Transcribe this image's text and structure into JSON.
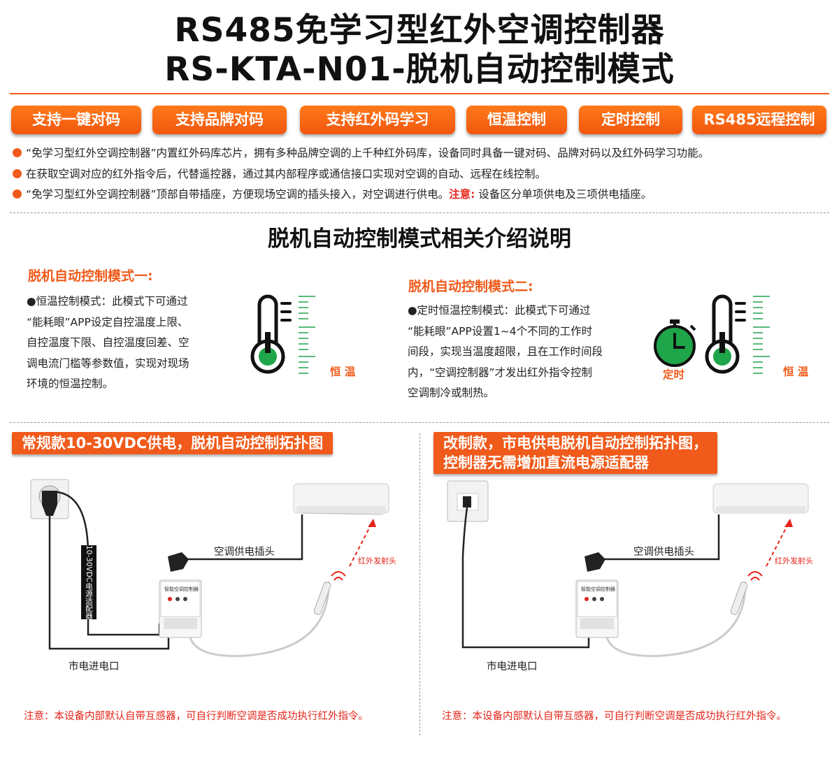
{
  "header": {
    "title_line1": "RS485免学习型红外空调控制器",
    "title_line2": "RS-KTA-N01-脱机自动控制模式"
  },
  "features": [
    "支持一键对码",
    "支持品牌对码",
    "支持红外码学习",
    "恒温控制",
    "定时控制",
    "RS485远程控制"
  ],
  "intro": {
    "line1": "“免学习型红外空调控制器”内置红外码库芯片，拥有多种品牌空调的上千种红外码库，设备同时具备一键对码、品牌对码以及红外码学习功能。",
    "line2": "在获取空调对应的红外指令后，代替遥控器，通过其内部程序或通信接口实现对空调的自动、远程在线控制。",
    "line3_main": "“免学习型红外空调控制器”顶部自带插座，方便现场空调的插头接入，对空调进行供电。",
    "line3_note_label": "注意:",
    "line3_note": " 设备区分单项供电及三项供电插座。"
  },
  "section_title": "脱机自动控制模式相关介绍说明",
  "mode1": {
    "heading": "脱机自动控制模式一:",
    "lines": [
      "●恒温控制模式：此模式下可通过",
      "“能耗眼”APP设定自控温度上限、",
      "自控温度下限、自控温度回差、空",
      "调电流门槛等参数值，实现对现场",
      "环境的恒温控制。"
    ],
    "icon_label": "恒 温"
  },
  "mode2": {
    "heading": "脱机自动控制模式二:",
    "lines": [
      "●定时恒温控制模式：此模式下可通过",
      "“能耗眼”APP设置1~4个不同的工作时",
      "间段，实现当温度超限，且在工作时间段",
      "内，“空调控制器”才发出红外指令控制",
      "空调制冷或制热。"
    ],
    "timer_label": "定时",
    "icon_label": "恒 温"
  },
  "topo_left": {
    "banner": "常规款10-30VDC供电，脱机自动控制拓扑图",
    "adapter_label": "10-30VDC电源适配器",
    "ac_plug_label": "空调供电插头",
    "ir_label": "红外发射头",
    "mains_label": "市电进电口",
    "device_label": "智能空调控制器",
    "note": "注意：本设备内部默认自带互感器，可自行判断空调是否成功执行红外指令。"
  },
  "topo_right": {
    "banner_line1": "改制款，市电供电脱机自动控制拓扑图，",
    "banner_line2": "控制器无需增加直流电源适配器",
    "ac_plug_label": "空调供电插头",
    "ir_label": "红外发射头",
    "mains_label": "市电进电口",
    "device_label": "智能空调控制器",
    "note": "注意：本设备内部默认自带互感器，可自行判断空调是否成功执行红外指令。"
  },
  "colors": {
    "accent": "#f05a1a",
    "note_red": "#e6251a",
    "icon_green": "#1fa64a"
  }
}
